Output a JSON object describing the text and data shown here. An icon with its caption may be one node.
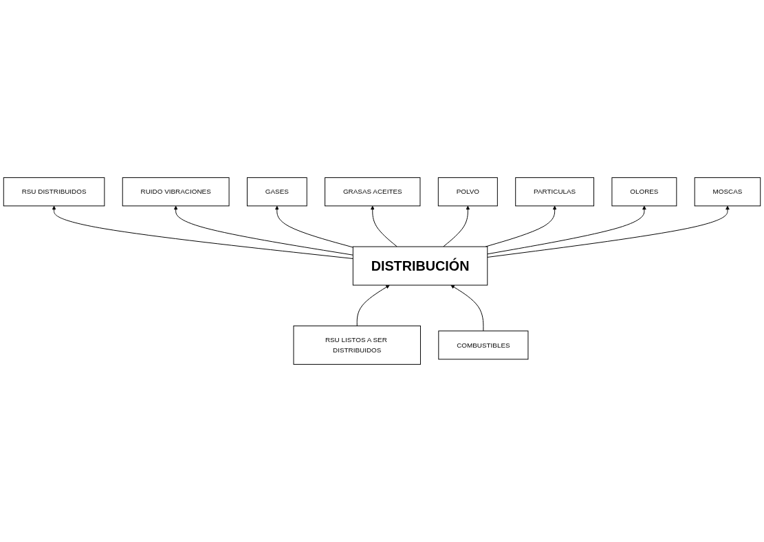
{
  "diagram": {
    "nodes": [
      {
        "text": [
          "POLVO"
        ]
      },
      {
        "text": [
          "GRASAS ACEITES"
        ]
      },
      {
        "text": [
          "PARTICULAS"
        ]
      },
      {
        "text": [
          "GASES"
        ]
      },
      {
        "text": [
          "OLORES"
        ]
      },
      {
        "text": [
          "RUIDO VIBRACIONES"
        ]
      },
      {
        "text": [
          "MOSCAS"
        ]
      },
      {
        "text": [
          "RSU LISTOS A SER DISTRIBUIDOS"
        ]
      },
      {
        "text": [
          "DISTRIBUCIÓN"
        ]
      },
      {
        "text": [
          "RSU DISTRIBUIDOS"
        ]
      },
      {
        "text": [
          "COMBUSTIBLES"
        ]
      }
    ],
    "edges": [
      {
        "from": 7,
        "to": 8,
        "arrow": "to"
      },
      {
        "from": 10,
        "to": 8,
        "arrow": "to"
      },
      {
        "from": 8,
        "to": 9,
        "arrow": "to"
      },
      {
        "from": 8,
        "to": 5,
        "arrow": "to"
      },
      {
        "from": 8,
        "to": 3,
        "arrow": "to"
      },
      {
        "from": 8,
        "to": 1,
        "arrow": "to"
      },
      {
        "from": 8,
        "to": 0,
        "arrow": "to"
      },
      {
        "from": 8,
        "to": 2,
        "arrow": "to"
      },
      {
        "from": 8,
        "to": 4,
        "arrow": "to"
      },
      {
        "from": 8,
        "to": 6,
        "arrow": "to"
      }
    ]
  }
}
